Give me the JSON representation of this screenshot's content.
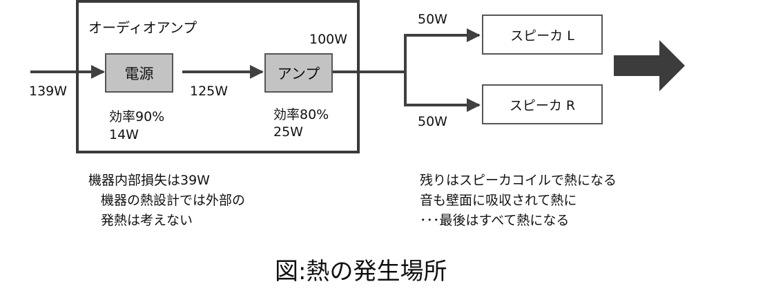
{
  "diagram": {
    "group_title": "オーディオアンプ",
    "power_supply": {
      "label": "電源",
      "efficiency": "効率90%",
      "loss": "14W"
    },
    "amplifier": {
      "label": "アンプ",
      "efficiency": "効率80%",
      "loss": "25W",
      "output": "100W"
    },
    "input_power": "139W",
    "intermediate_power": "125W",
    "speaker_left": {
      "label": "スピーカ L",
      "power": "50W"
    },
    "speaker_right": {
      "label": "スピーカ R",
      "power": "50W"
    },
    "note_left": [
      "機器内部損失は39W",
      "機器の熱設計では外部の",
      "発熱は考えない"
    ],
    "note_right": [
      "残りはスピーカコイルで熱になる",
      "音も壁面に吸収されて熱に",
      "･･･最後はすべて熱になる"
    ],
    "caption": "図:熱の発生場所"
  },
  "colors": {
    "line": "#404040",
    "box_fill": "#c3c3c3",
    "box_border": "#555555",
    "outer_border": "#3a3a3a"
  }
}
